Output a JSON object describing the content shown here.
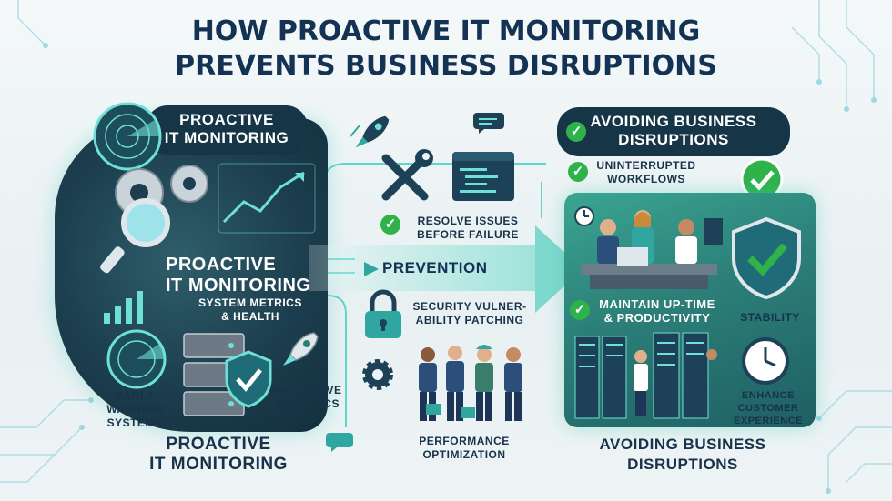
{
  "title": {
    "line1": "HOW PROACTIVE IT MONITORING",
    "line2": "PREVENTS BUSINESS DISRUPTIONS"
  },
  "left": {
    "pill_line1": "PROACTIVE",
    "pill_line2": "IT MONITORING",
    "center_line1": "PROACTIVE",
    "center_line2": "IT MONITORING",
    "metrics_line1": "SYSTEM METRICS",
    "metrics_line2": "& HEALTH",
    "early_line1": "EARLY",
    "early_line2": "WARNING",
    "early_line3": "SYSTEMS",
    "predictive_line1": "PREDICTIVE",
    "predictive_line2": "ANALYTICS",
    "bottom_line1": "PROACTIVE",
    "bottom_line2": "IT MONITORING"
  },
  "middle": {
    "resolve_line1": "RESOLVE ISSUES",
    "resolve_line2": "BEFORE FAILURE",
    "prevention": "PREVENTION",
    "security_line1": "SECURITY VULNER-",
    "security_line2": "ABILITY PATCHING",
    "performance_line1": "PERFORMANCE",
    "performance_line2": "OPTIMIZATION"
  },
  "right": {
    "pill_line1": "AVOIDING BUSINESS",
    "pill_line2": "DISRUPTIONS",
    "workflows_line1": "UNINTERRUPTED",
    "workflows_line2": "WORKFLOWS",
    "uptime_line1": "MAINTAIN UP-TIME",
    "uptime_line2": "& PRODUCTIVITY",
    "stability": "STABILITY",
    "customer_line1": "ENHANCE",
    "customer_line2": "CUSTOMER",
    "customer_line3": "EXPERIENCE",
    "bottom_line1": "AVOIDING BUSINESS",
    "bottom_line2": "DISRUPTIONS"
  },
  "colors": {
    "title": "#143253",
    "dark_panel": "#1c3e4e",
    "accent_teal": "#5fd6cc",
    "check_green": "#2fb24a",
    "right_panel": "#2c7f78"
  },
  "icons": [
    "radar-icon",
    "gears-icon",
    "magnifier-icon",
    "line-chart-icon",
    "bar-chart-icon",
    "server-icon",
    "shield-check-icon",
    "rocket-icon",
    "wrench-screwdriver-icon",
    "code-window-icon",
    "padlock-icon",
    "gear-icon",
    "workers-illustration",
    "office-team-illustration",
    "datacenter-illustration",
    "shield-icon",
    "clock-icon",
    "check-circle-icon",
    "chat-bubble-icon"
  ]
}
